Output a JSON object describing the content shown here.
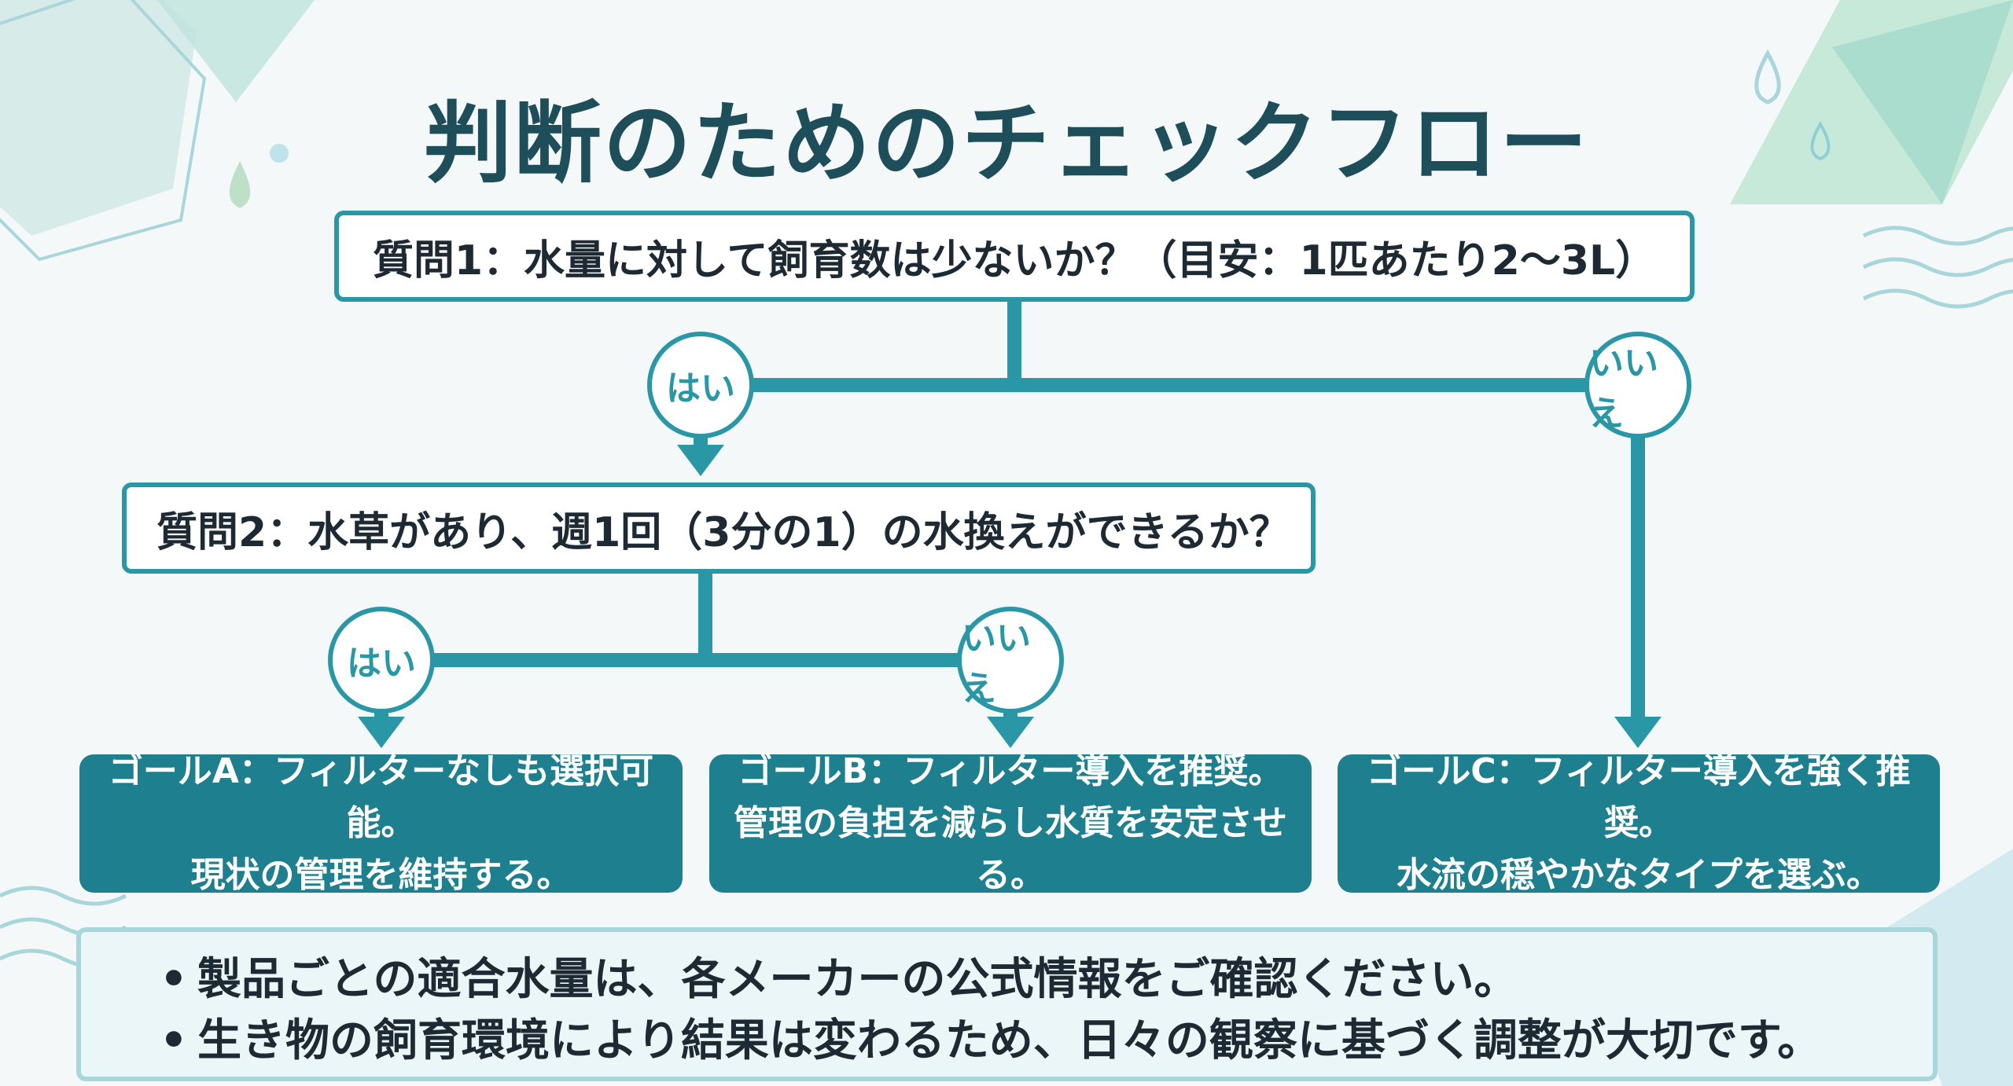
{
  "title": "判断のためのチェックフロー",
  "question1": "質問1：水量に対して飼育数は少ないか？（目安：1匹あたり2〜3L）",
  "question2": "質問2：水草があり、週1回（3分の1）の水換えができるか？",
  "labels": {
    "q1_yes": "はい",
    "q1_no": "いいえ",
    "q2_yes": "はい",
    "q2_no": "いいえ"
  },
  "goals": {
    "a": [
      "ゴールA：フィルターなしも選択可能。",
      "現状の管理を維持する。"
    ],
    "b": [
      "ゴールB：フィルター導入を推奨。",
      "管理の負担を減らし水質を安定させる。"
    ],
    "c": [
      "ゴールC：フィルター導入を強く推奨。",
      "水流の穏やかなタイプを選ぶ。"
    ]
  },
  "notes": {
    "bullet": "•",
    "items": [
      "製品ごとの適合水量は、各メーカーの公式情報をご確認ください。",
      "生き物の飼育環境により結果は変わるため、日々の観察に基づく調整が大切です。"
    ]
  },
  "colors": {
    "accent": "#2a97a6",
    "goal_fill": "#1e7f8f",
    "title": "#1f4e5b",
    "text": "#1e2a33",
    "notes_fill": "#eaf6f7",
    "background": "#f4f8f9"
  }
}
